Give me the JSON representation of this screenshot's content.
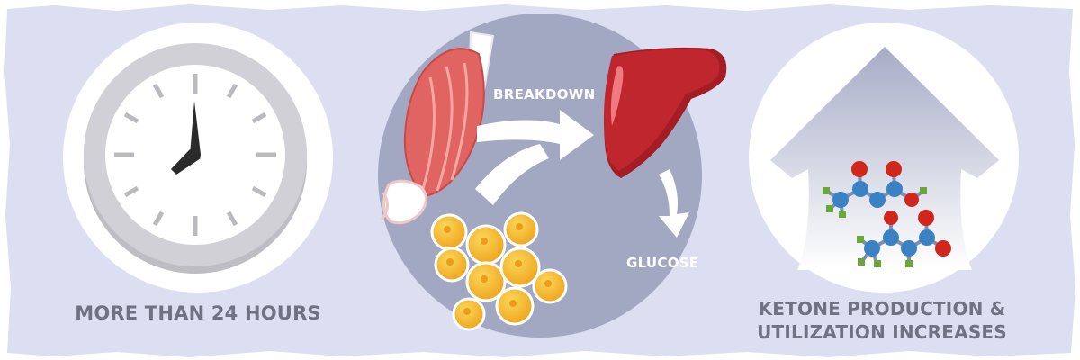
{
  "panels": {
    "left": {
      "caption": "MORE THAN 24 HOURS",
      "icon": "clock-icon"
    },
    "middle": {
      "breakdown_label": "BREAKDOWN",
      "glucose_label": "GLUCOSE",
      "icons": [
        "muscle-icon",
        "fat-cells-icon",
        "liver-icon",
        "arrow-icon"
      ]
    },
    "right": {
      "caption_line1": "KETONE PRODUCTION &",
      "caption_line2": "UTILIZATION INCREASES",
      "icons": [
        "up-arrow-icon",
        "molecule-icon"
      ]
    }
  },
  "colors": {
    "background_band": "#dcdef2",
    "circle_mid": "#a3a8c2",
    "caption_text": "#6f7282",
    "liver": "#c0262d",
    "muscle": "#e06461",
    "fat_cell": "#f5c232",
    "oxygen_atom": "#d0261c",
    "carbon_atom": "#3b82c4",
    "hydrogen_atom": "#6aa63a"
  }
}
